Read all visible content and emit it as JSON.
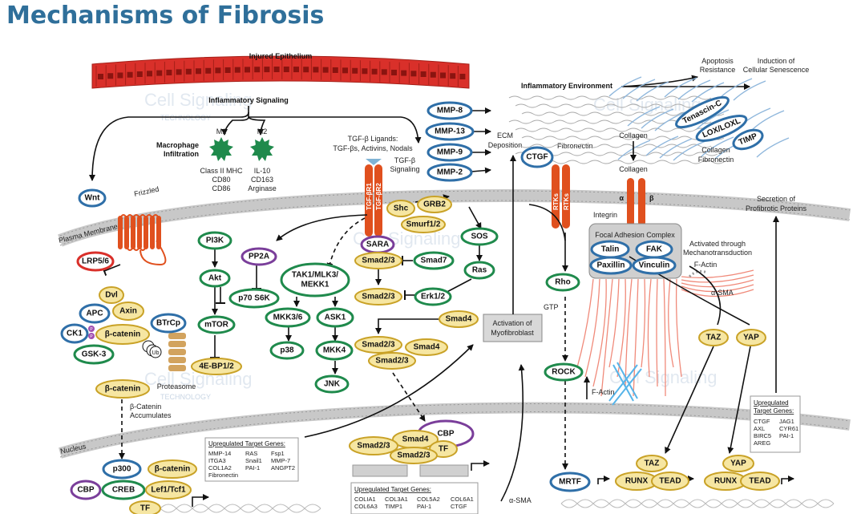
{
  "title": "Mechanisms of Fibrosis",
  "watermark": "Cell Signaling",
  "watermark_sub": "TECHNOLOGY",
  "colors": {
    "title": "#2f6f9a",
    "epithelium": "#d9302a",
    "green_node": "#1f8a4c",
    "gold_node": "#c9a227",
    "blue_node": "#2f6fa8",
    "purple_node": "#7a3e9a",
    "red_node": "#d9302a",
    "membrane": "#b5b5b5",
    "collagen": "#8fb7dc",
    "actin": "#f08a7a"
  },
  "labels": {
    "injured_epithelium": "Injured Epithelium",
    "inflammatory_signaling": "Inflammatory Signaling",
    "m1": "M1",
    "m2": "M2",
    "macrophage_1": "Macrophage",
    "macrophage_2": "Infiltration",
    "m1_markers": [
      "Class II MHC",
      "CD80",
      "CD86"
    ],
    "m2_markers": [
      "IL-10",
      "CD163",
      "Arginase"
    ],
    "tgfb_ligands_1": "TGF-β Ligands:",
    "tgfb_ligands_2": "TGF-βs, Activins, Nodals",
    "tgfb_signaling_1": "TGF-β",
    "tgfb_signaling_2": "Signaling",
    "ecm_1": "ECM",
    "ecm_2": "Deposition",
    "fibronectin": "Fibronectin",
    "inflammatory_env": "Inflammatory Environment",
    "apoptosis_1": "Apoptosis",
    "apoptosis_2": "Resistance",
    "senescence_1": "Induction of",
    "senescence_2": "Cellular Senescence",
    "collagen": "Collagen",
    "collagen2": "Collagen",
    "collagen_fibronectin_1": "Collagen",
    "collagen_fibronectin_2": "Fibronectin",
    "integrin": "Integrin",
    "alpha": "α",
    "beta": "β",
    "focal_adhesion": "Focal Adhesion Complex",
    "mechano_1": "Activated through",
    "mechano_2": "Mechanotransduction",
    "factin": "F-Actin",
    "factin2": "F-Actin",
    "asma": "α-SMA",
    "asma2": "α-SMA",
    "secretion_1": "Secretion of",
    "secretion_2": "Profibrotic Proteins",
    "plasma_membrane": "Plasma Membrane",
    "nucleus": "Nucleus",
    "frizzled": "Frizzled",
    "proteasome": "Proteasome",
    "bcat_accum_1": "β-Catenin",
    "bcat_accum_2": "Accumulates",
    "gtp": "GTP",
    "myofib_1": "Activation of",
    "myofib_2": "Myofibroblast",
    "p_mark": "P",
    "ub_mark": "Ub",
    "rtks": "RTKs",
    "tgfbr1": "TGF-βR1",
    "tgfbr2": "TGF-βR2"
  },
  "nodes": {
    "wnt": "Wnt",
    "lrp56": "LRP5/6",
    "dvl": "Dvl",
    "apc": "APC",
    "axin": "Axin",
    "ck1": "CK1",
    "bcatenin": "β-catenin",
    "btrcp": "BTrCp",
    "gsk3": "GSK-3",
    "bcatenin2": "β-catenin",
    "pi3k": "PI3K",
    "akt": "Akt",
    "mtor": "mTOR",
    "ebp": "4E-BP1/2",
    "pp2a": "PP2A",
    "p70s6k": "p70 S6K",
    "tak1": "TAK1/MLK3/",
    "mekk1": "MEKK1",
    "mkk36": "MKK3/6",
    "ask1": "ASK1",
    "p38": "p38",
    "mkk4": "MKK4",
    "jnk": "JNK",
    "shc": "Shc",
    "grb2": "GRB2",
    "smurf": "Smurf1/2",
    "sara": "SARA",
    "smad23a": "Smad2/3",
    "smad7": "Smad7",
    "sos": "SOS",
    "ras": "Ras",
    "smad23b": "Smad2/3",
    "erk12": "Erk1/2",
    "smad4a": "Smad4",
    "smad23c": "Smad2/3",
    "smad4b": "Smad4",
    "smad23d": "Smad2/3",
    "mmp8": "MMP-8",
    "mmp13": "MMP-13",
    "mmp9": "MMP-9",
    "mmp2": "MMP-2",
    "ctgf": "CTGF",
    "tenascin": "Tenascin-C",
    "lox": "LOX/LOXL",
    "timp": "TIMP",
    "rho": "Rho",
    "rock": "ROCK",
    "talin": "Talin",
    "fak": "FAK",
    "paxillin": "Paxillin",
    "vinculin": "Vinculin",
    "taz": "TAZ",
    "yap": "YAP",
    "cbp": "CBP",
    "smad4n": "Smad4",
    "smad23n1": "Smad2/3",
    "tfn": "TF",
    "smad23n2": "Smad2/3",
    "p300": "p300",
    "bcatn": "β-catenin",
    "cbp2": "CBP",
    "creb": "CREB",
    "lef": "Lef1/Tcf1",
    "tf2": "TF",
    "mrtf": "MRTF",
    "taz2": "TAZ",
    "runx1": "RUNX",
    "tead1": "TEAD",
    "yap2": "YAP",
    "runx2": "RUNX",
    "tead2": "TEAD"
  },
  "gene_boxes": {
    "wnt": {
      "header": "Upregulated Target Genes:",
      "col1": [
        "MMP-14",
        "ITGA3",
        "COL1A2",
        "Fibronectin"
      ],
      "col2": [
        "RAS",
        "Snail1",
        "PAI-1"
      ],
      "col3": [
        "Fsp1",
        "MMP-7",
        "ANGPT2"
      ]
    },
    "smad": {
      "header": "Upregulated Target Genes:",
      "col1": [
        "COLIA1",
        "COL6A3"
      ],
      "col2": [
        "COL3A1",
        "TIMP1"
      ],
      "col3": [
        "COL5A2",
        "PAI-1"
      ],
      "col4": [
        "COL6A1",
        "CTGF"
      ]
    },
    "yap": {
      "header1": "Upregulated",
      "header2": "Target Genes:",
      "col1": [
        "CTGF",
        "AXL",
        "BIRC5",
        "AREG"
      ],
      "col2": [
        "JAG1",
        "CYR61",
        "PAI-1"
      ]
    }
  }
}
